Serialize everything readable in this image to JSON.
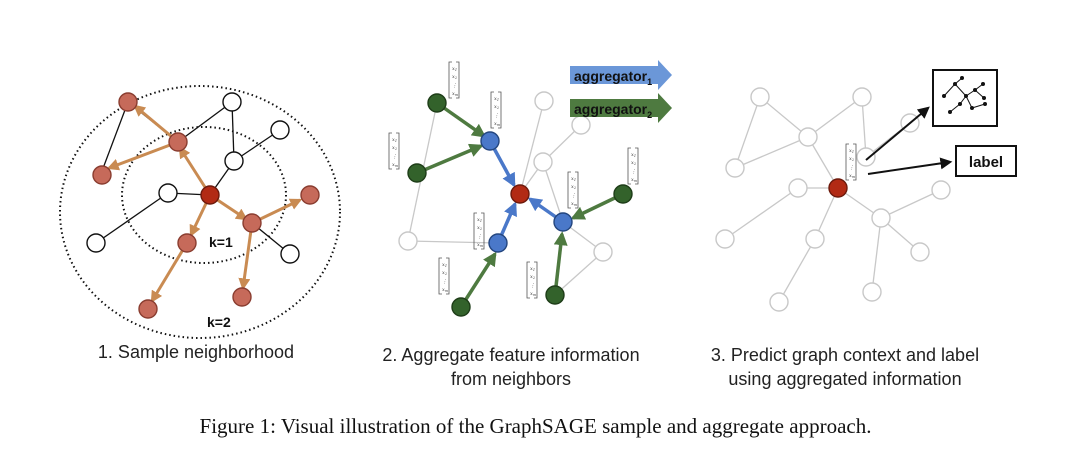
{
  "panel1": {
    "label": "1. Sample neighborhood",
    "k1": "k=1",
    "k2": "k=2"
  },
  "panel2": {
    "label_line1": "2. Aggregate feature information",
    "label_line2": "from neighbors",
    "agg1": {
      "text": "aggregator",
      "sub": "1"
    },
    "agg2": {
      "text": "aggregator",
      "sub": "2"
    },
    "vector": [
      "x",
      "x",
      "⋮",
      "x"
    ],
    "vector_sub": [
      "1",
      "2",
      "",
      "m"
    ]
  },
  "panel3": {
    "label_line1": "3. Predict graph context and label",
    "label_line2": "using aggregated information",
    "label_box": "label"
  },
  "caption": "Figure 1: Visual illustration of the GraphSAGE sample and aggregate approach.",
  "colors": {
    "target": "#b22a14",
    "sampled": "#c66a5a",
    "hop_edge": "#c98b52",
    "hop1": "#4a78c9",
    "hop2": "#33622b",
    "faded": "#c8c8c8",
    "agg1_arrow": "#6b97d8",
    "agg2_arrow": "#4e7a40"
  }
}
